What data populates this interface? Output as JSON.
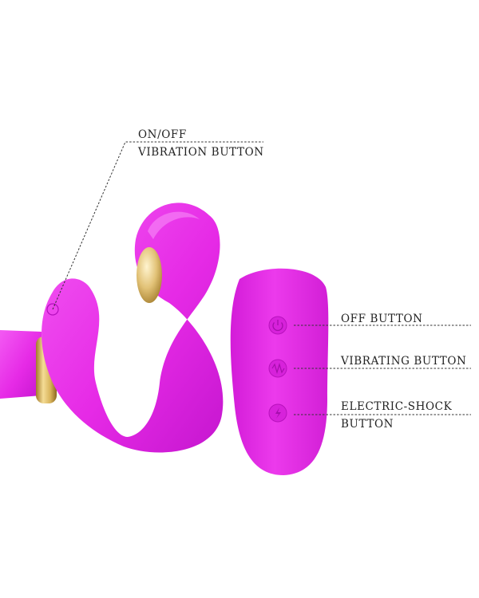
{
  "callouts": {
    "onoff_line1": "ON/OFF",
    "onoff_line2": "VIBRATION BUTTON",
    "off_button": "OFF BUTTON",
    "vibrating_button": "VIBRATING BUTTON",
    "shock_line1": "ELECTRIC-SHOCK",
    "shock_line2": "BUTTON"
  },
  "colors": {
    "product": "#e62ae6",
    "product_shadow": "#c514cf",
    "product_highlight": "#f56cf5",
    "gold": "#d8b35a",
    "text": "#222222"
  },
  "icons": [
    "power-icon",
    "vibration-wave-icon",
    "lightning-icon"
  ]
}
